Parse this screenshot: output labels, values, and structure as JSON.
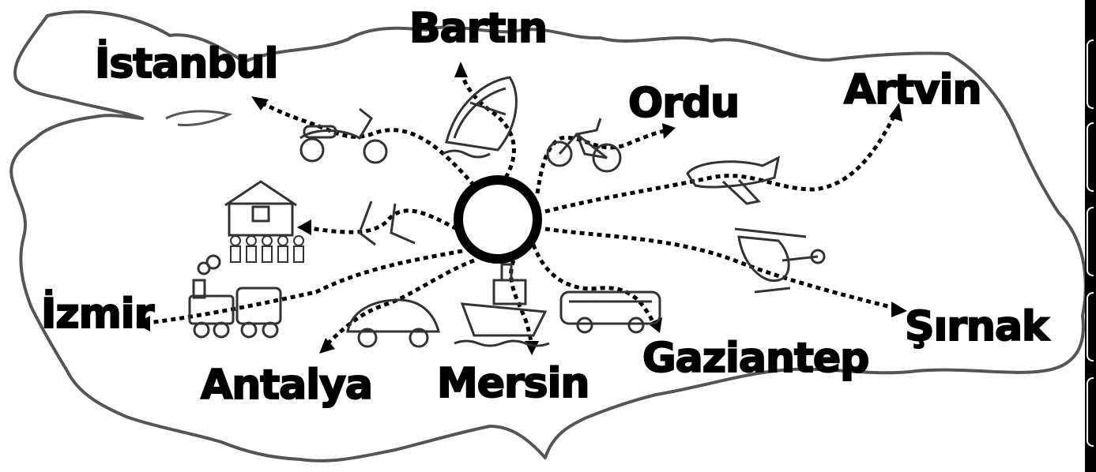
{
  "cities": {
    "istanbul": "İstanbul",
    "bartin": "Bartın",
    "ordu": "Ordu",
    "artvin": "Artvin",
    "izmir": "İzmir",
    "antalya": "Antalya",
    "mersin": "Mersin",
    "gaziantep": "Gaziantep",
    "sirnak": "Şırnak"
  },
  "vehicles": [
    "scooter-icon",
    "rowboat-icon",
    "bicycle-icon",
    "airplane-icon",
    "helicopter-icon",
    "minibus-icon",
    "ship-icon",
    "car-icon",
    "steam-train-icon",
    "walking-feet-icon",
    "school-building-icon"
  ],
  "colors": {
    "ink": "#000000",
    "map_outline": "#555555",
    "paper": "#ffffff"
  }
}
